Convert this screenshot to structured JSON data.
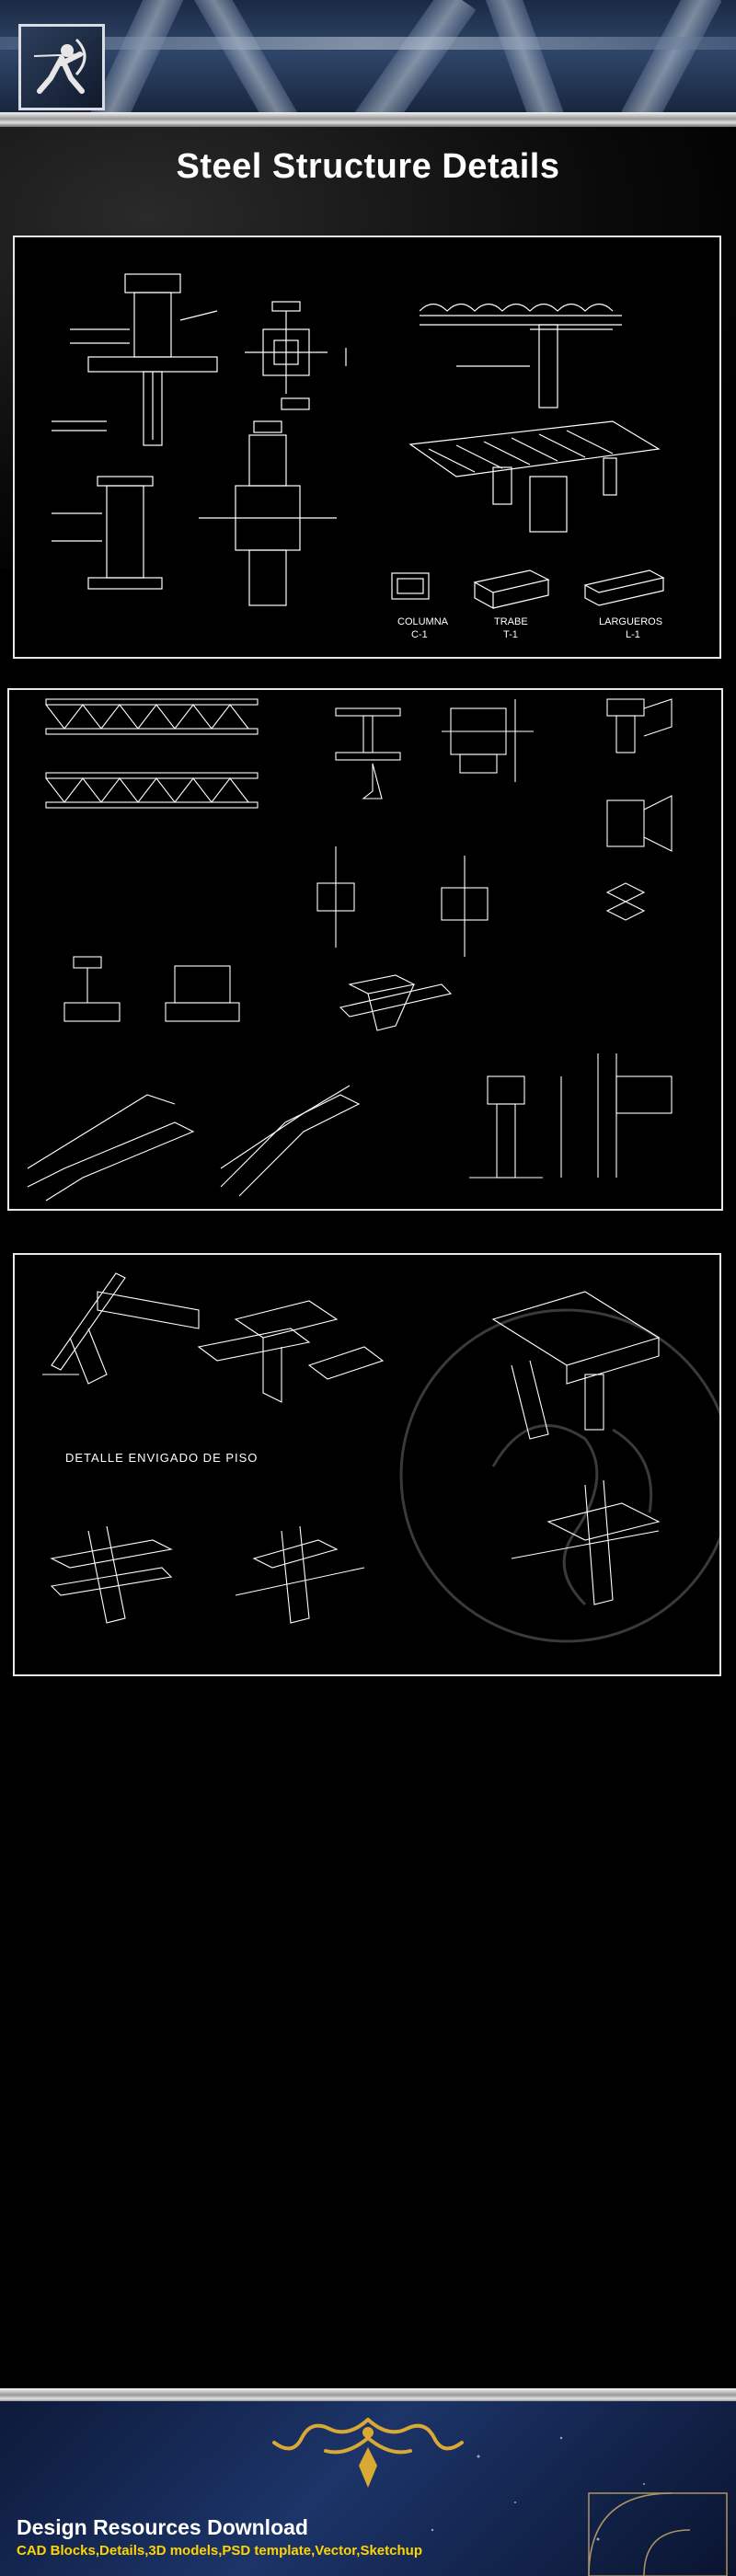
{
  "page": {
    "title": "Steel Structure Details"
  },
  "panels": {
    "panel1": {
      "labels": {
        "columna": "COLUMNA",
        "columna_code": "C-1",
        "trabe": "TRABE",
        "trabe_code": "T-1",
        "largueros": "LARGUEROS",
        "largueros_code": "L-1"
      }
    },
    "panel2": {},
    "panel3": {
      "labels": {
        "detalle": "DETALLE ENVIGADO DE PISO"
      }
    }
  },
  "footer": {
    "title": "Design Resources Download",
    "subtitle": "CAD Blocks,Details,3D models,PSD template,Vector,Sketchup"
  },
  "colors": {
    "background": "#000000",
    "line_art": "#ffffff",
    "subtitle_accent": "#ffd400",
    "header_blue": "#2f4669"
  },
  "icons": {
    "logo": "archer-logo-icon",
    "ornament": "gold-scroll-ornament-icon"
  }
}
